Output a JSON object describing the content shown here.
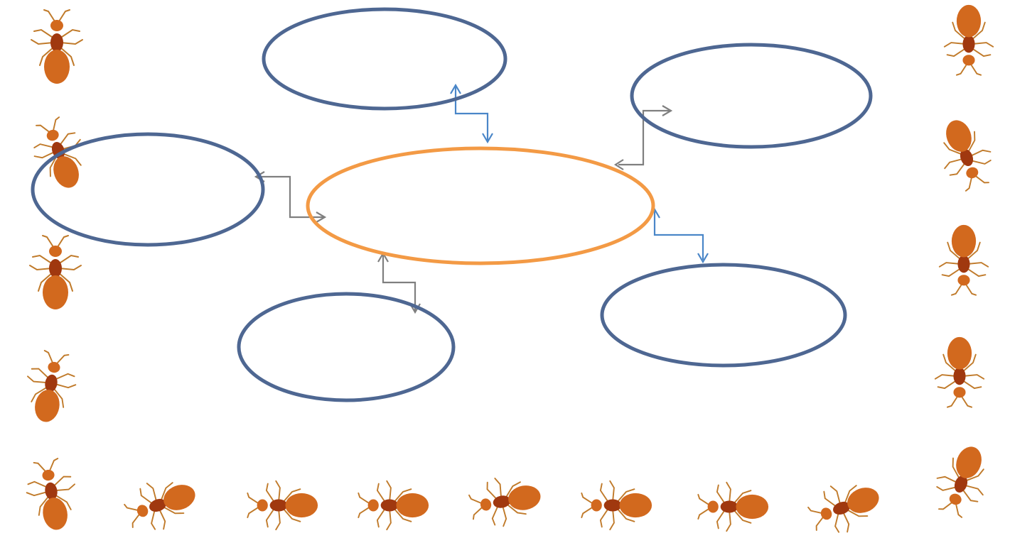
{
  "diagram": {
    "type": "mind-map",
    "center_node": {
      "label": "",
      "outline_color": "#F39A45"
    },
    "outer_nodes": [
      {
        "id": "top",
        "label": "",
        "outline_color": "#4E6792"
      },
      {
        "id": "top-right",
        "label": "",
        "outline_color": "#4E6792"
      },
      {
        "id": "left",
        "label": "",
        "outline_color": "#4E6792"
      },
      {
        "id": "bottom-left",
        "label": "",
        "outline_color": "#4E6792"
      },
      {
        "id": "bottom-right",
        "label": "",
        "outline_color": "#4E6792"
      }
    ],
    "connectors": [
      {
        "from": "center",
        "to": "top",
        "style": "double-arrow-elbow",
        "color": "#4A86C8"
      },
      {
        "from": "center",
        "to": "top-right",
        "style": "double-arrow-elbow",
        "color": "#7F7F7F"
      },
      {
        "from": "center",
        "to": "left",
        "style": "double-arrow-elbow",
        "color": "#7F7F7F"
      },
      {
        "from": "center",
        "to": "bottom-left",
        "style": "double-arrow-elbow",
        "color": "#7F7F7F"
      },
      {
        "from": "center",
        "to": "bottom-right",
        "style": "double-arrow-elbow",
        "color": "#4A86C8"
      }
    ]
  },
  "border": {
    "decoration": "ant-icon",
    "ant_body_color": "#D2691E",
    "ant_waist_color": "#A0380F",
    "ant_leg_color": "#C07A2A"
  }
}
